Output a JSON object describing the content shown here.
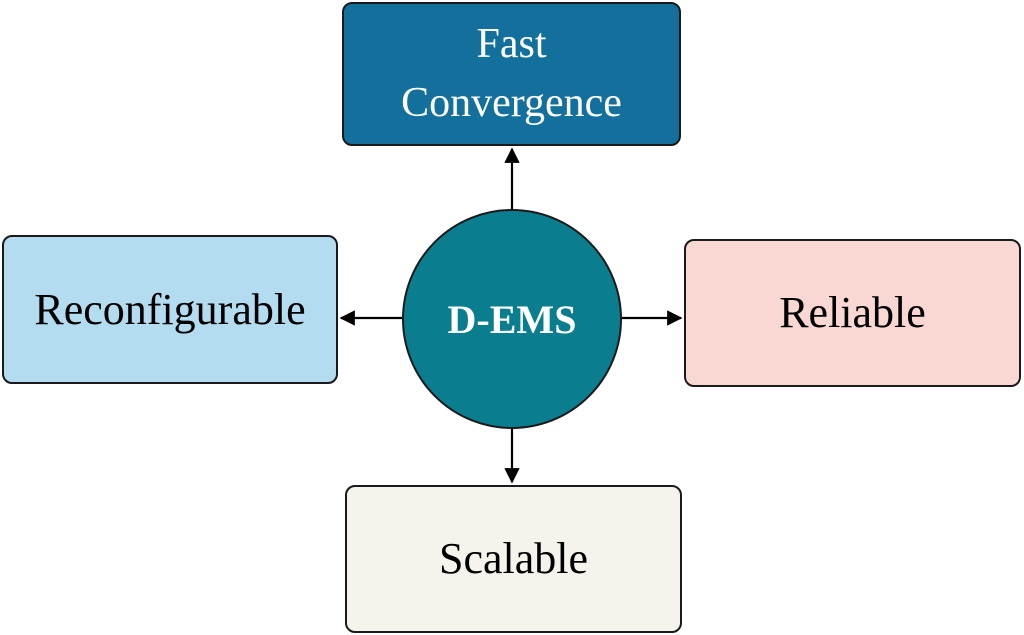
{
  "center": {
    "label": "D-EMS",
    "fill": "#0a7e8f"
  },
  "nodes": {
    "top": {
      "label": "Fast\nConvergence",
      "fill": "#136f9b",
      "text_color": "#ffffff"
    },
    "left": {
      "label": "Reconfigurable",
      "fill": "#b3dcf0",
      "text_color": "#000000"
    },
    "right": {
      "label": "Reliable",
      "fill": "#f9d7d3",
      "text_color": "#000000"
    },
    "bottom": {
      "label": "Scalable",
      "fill": "#f6f3ec",
      "text_color": "#000000"
    }
  },
  "edges": [
    {
      "from": "center",
      "to": "top"
    },
    {
      "from": "center",
      "to": "left"
    },
    {
      "from": "center",
      "to": "right"
    },
    {
      "from": "center",
      "to": "bottom"
    }
  ]
}
